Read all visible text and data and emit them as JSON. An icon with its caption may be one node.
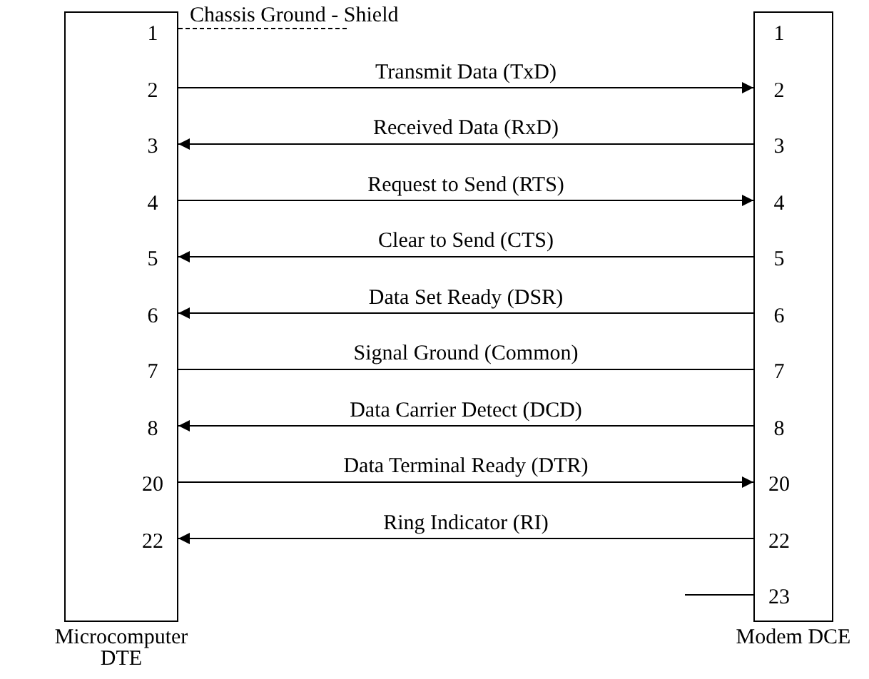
{
  "diagram": {
    "nodes": [
      {
        "text": [
          "Microcomputer DTE"
        ]
      },
      {
        "text": [
          "1"
        ],
        "in": 0
      },
      {
        "text": [
          "2"
        ],
        "in": 0
      },
      {
        "text": [
          "3"
        ],
        "in": 0
      },
      {
        "text": [
          "4"
        ],
        "in": 0
      },
      {
        "text": [
          "5"
        ],
        "in": 0
      },
      {
        "text": [
          "6"
        ],
        "in": 0
      },
      {
        "text": [
          "7"
        ],
        "in": 0
      },
      {
        "text": [
          "8"
        ],
        "in": 0
      },
      {
        "text": [
          "20"
        ],
        "in": 0
      },
      {
        "text": [
          "22"
        ],
        "in": 0
      },
      {
        "text": [
          "Modem DCE"
        ]
      },
      {
        "text": [
          "1"
        ],
        "in": 11
      },
      {
        "text": [
          "2"
        ],
        "in": 11
      },
      {
        "text": [
          "3"
        ],
        "in": 11
      },
      {
        "text": [
          "4"
        ],
        "in": 11
      },
      {
        "text": [
          "5"
        ],
        "in": 11
      },
      {
        "text": [
          "6"
        ],
        "in": 11
      },
      {
        "text": [
          "7"
        ],
        "in": 11
      },
      {
        "text": [
          "8"
        ],
        "in": 11
      },
      {
        "text": [
          "20"
        ],
        "in": 11
      },
      {
        "text": [
          "22"
        ],
        "in": 11
      },
      {
        "text": [
          "23"
        ],
        "in": 11
      }
    ],
    "edges": [
      {
        "from": 1,
        "to": null,
        "arrow": "none",
        "style": "dashed",
        "label": "Chassis Ground - Shield"
      },
      {
        "from": 2,
        "to": 13,
        "arrow": "to",
        "label": "Transmit Data (TxD)"
      },
      {
        "from": 14,
        "to": 3,
        "arrow": "to",
        "label": "Received Data (RxD)"
      },
      {
        "from": 4,
        "to": 15,
        "arrow": "to",
        "label": "Request to Send (RTS)"
      },
      {
        "from": 16,
        "to": 5,
        "arrow": "to",
        "label": "Clear to Send (CTS)"
      },
      {
        "from": 17,
        "to": 6,
        "arrow": "to",
        "label": "Data Set Ready (DSR)"
      },
      {
        "from": 7,
        "to": 18,
        "arrow": "none",
        "label": "Signal Ground (Common)"
      },
      {
        "from": 19,
        "to": 8,
        "arrow": "to",
        "label": "Data Carrier Detect (DCD)"
      },
      {
        "from": 9,
        "to": 20,
        "arrow": "to",
        "label": "Data Terminal Ready (DTR)"
      },
      {
        "from": 21,
        "to": 10,
        "arrow": "to",
        "label": "Ring Indicator (RI)"
      },
      {
        "from": 22,
        "to": null,
        "arrow": "none"
      }
    ]
  }
}
